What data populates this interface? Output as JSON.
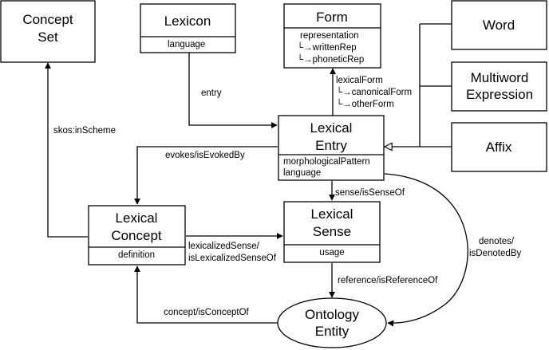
{
  "nodes": {
    "concept_set": {
      "title": [
        "Concept",
        "Set"
      ]
    },
    "lexicon": {
      "title": [
        "Lexicon"
      ],
      "attrs": [
        "language"
      ]
    },
    "form": {
      "title": [
        "Form"
      ],
      "attrs": [
        "representation",
        "└→writtenRep",
        "└→phoneticRep"
      ]
    },
    "word": {
      "title": [
        "Word"
      ]
    },
    "multiword_expression": {
      "title": [
        "Multiword",
        "Expression"
      ]
    },
    "affix": {
      "title": [
        "Affix"
      ]
    },
    "lexical_entry": {
      "title": [
        "Lexical",
        "Entry"
      ],
      "attrs": [
        "morphologicalPattern",
        "language"
      ]
    },
    "lexical_concept": {
      "title": [
        "Lexical",
        "Concept"
      ],
      "attrs": [
        "definition"
      ]
    },
    "lexical_sense": {
      "title": [
        "Lexical",
        "Sense"
      ],
      "attrs": [
        "usage"
      ]
    },
    "ontology_entity": {
      "title": [
        "Ontology",
        "Entity"
      ]
    }
  },
  "edges": {
    "entry": "entry",
    "lexical_form": [
      "lexicalForm",
      "└→canonicalForm",
      "└→otherForm"
    ],
    "skos_in_scheme": "skos:inScheme",
    "evokes": "evokes/isEvokedBy",
    "sense": "sense/isSenseOf",
    "lexicalized_sense": [
      "lexicalizedSense/",
      "isLexicalizedSenseOf"
    ],
    "denotes": [
      "denotes/",
      "isDenotedBy"
    ],
    "reference": "reference/isReferenceOf",
    "concept": "concept/isConceptOf"
  }
}
